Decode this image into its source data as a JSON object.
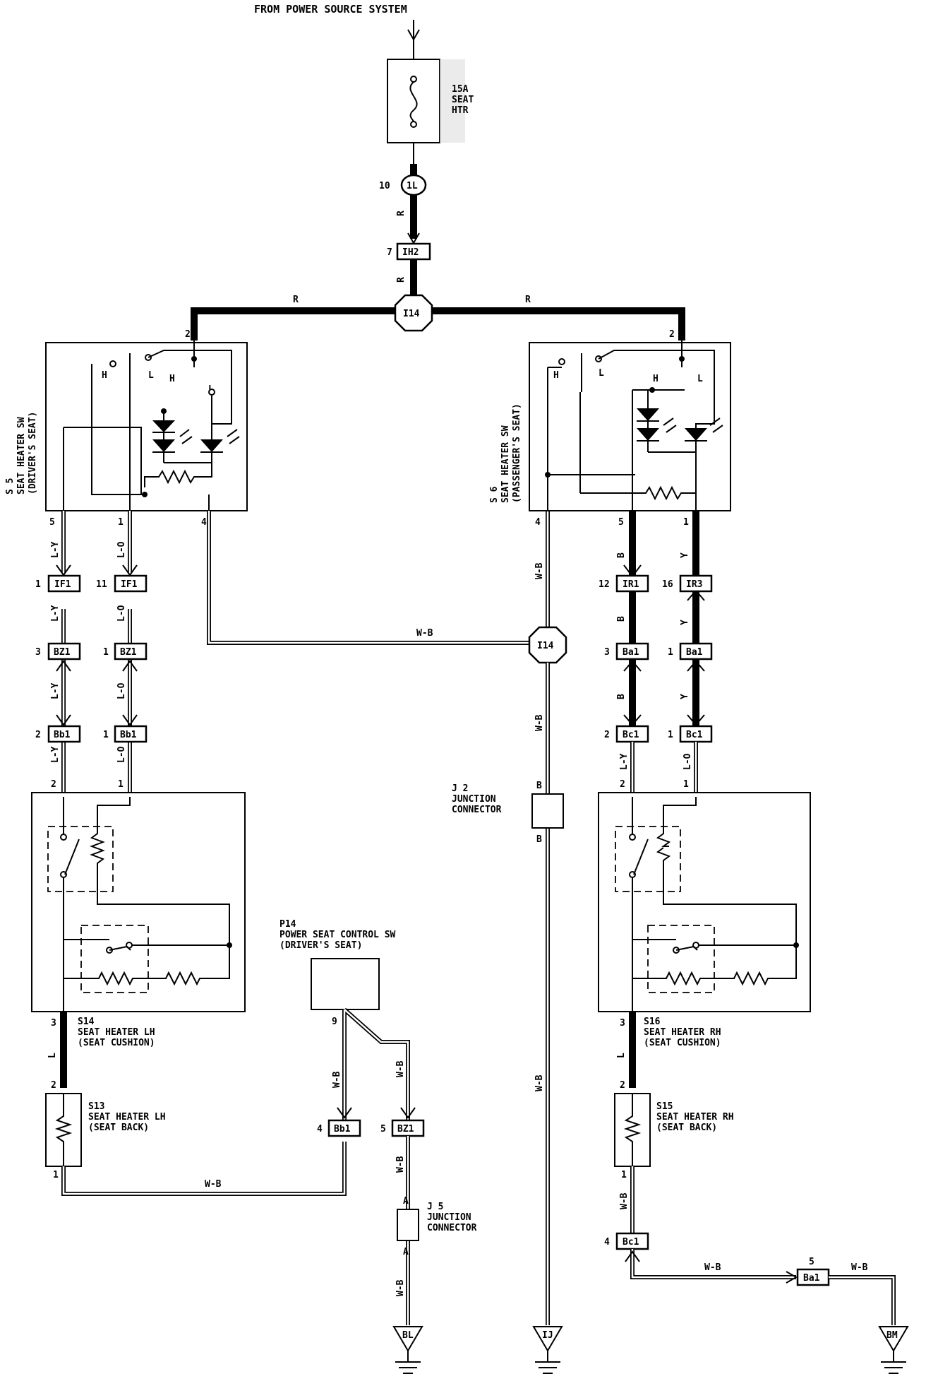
{
  "header": {
    "source": "FROM POWER SOURCE SYSTEM"
  },
  "fuse": {
    "line1": "15A",
    "line2": "SEAT",
    "line3": "HTR",
    "conn": "1L",
    "pin": "10"
  },
  "top_conn": {
    "code": "IH2",
    "pin": "7"
  },
  "junction_top": "I14",
  "junction_mid": "I14",
  "wire_colors": {
    "r": "R",
    "wb": "W-B",
    "ly": "L-Y",
    "lo": "L-O",
    "b": "B",
    "y": "Y",
    "l": "L"
  },
  "switch_labels": {
    "h": "H",
    "l": "L"
  },
  "s5": {
    "id": "S 5",
    "name": "SEAT HEATER SW",
    "sub": "(DRIVER'S SEAT)",
    "pins": {
      "top": "2",
      "p5": "5",
      "p1": "1",
      "p4": "4"
    }
  },
  "s6": {
    "id": "S 6",
    "name": "SEAT HEATER SW",
    "sub": "(PASSENGER'S SEAT)",
    "pins": {
      "top": "2",
      "p4": "4",
      "p5": "5",
      "p1": "1"
    }
  },
  "left_conns": [
    {
      "code": "IF1",
      "pin": "1"
    },
    {
      "code": "IF1",
      "pin": "11"
    },
    {
      "code": "BZ1",
      "pin": "3"
    },
    {
      "code": "BZ1",
      "pin": "1"
    },
    {
      "code": "Bb1",
      "pin": "2"
    },
    {
      "code": "Bb1",
      "pin": "1"
    }
  ],
  "right_conns": [
    {
      "code": "IR1",
      "pin": "12"
    },
    {
      "code": "IR3",
      "pin": "16"
    },
    {
      "code": "Ba1",
      "pin": "3"
    },
    {
      "code": "Ba1",
      "pin": "1"
    },
    {
      "code": "Bc1",
      "pin": "2"
    },
    {
      "code": "Bc1",
      "pin": "1"
    }
  ],
  "s14": {
    "id": "S14",
    "name": "SEAT HEATER LH",
    "sub": "(SEAT CUSHION)",
    "pin_in2": "2",
    "pin_in1": "1",
    "pin_out": "3"
  },
  "s13": {
    "id": "S13",
    "name": "SEAT HEATER LH",
    "sub": "(SEAT BACK)",
    "pin_top": "2",
    "pin_bot": "1"
  },
  "s16": {
    "id": "S16",
    "name": "SEAT HEATER RH",
    "sub": "(SEAT CUSHION)",
    "pin_in2": "2",
    "pin_in1": "1",
    "pin_out": "3"
  },
  "s15": {
    "id": "S15",
    "name": "SEAT HEATER RH",
    "sub": "(SEAT BACK)",
    "pin_top": "2",
    "pin_bot": "1"
  },
  "p14": {
    "id": "P14",
    "name": "POWER SEAT CONTROL SW",
    "sub": "(DRIVER'S SEAT)",
    "pin": "9"
  },
  "p14_conns": [
    {
      "code": "Bb1",
      "pin": "4"
    },
    {
      "code": "BZ1",
      "pin": "5"
    }
  ],
  "j2": {
    "id": "J 2",
    "name": "JUNCTION",
    "name2": "CONNECTOR",
    "pin_top": "B",
    "pin_bot": "B"
  },
  "j5": {
    "id": "J 5",
    "name": "JUNCTION",
    "name2": "CONNECTOR",
    "pin_top": "A",
    "pin_bot": "A"
  },
  "bottom_conns": [
    {
      "code": "Bc1",
      "pin": "4"
    },
    {
      "code": "Ba1",
      "pin": "5"
    }
  ],
  "grounds": {
    "bl": "BL",
    "ij": "IJ",
    "bm": "BM"
  }
}
